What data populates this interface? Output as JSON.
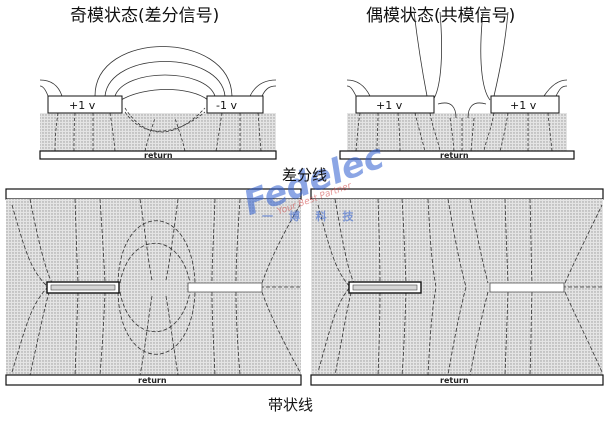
{
  "titles": {
    "odd_mode": "奇模状态(差分信号)",
    "even_mode": "偶模状态(共模信号)",
    "microstrip": "差分线",
    "stripline": "带状线"
  },
  "conductors": {
    "odd_left": "+1 v",
    "odd_right": "-1 v",
    "even_left": "+1 v",
    "even_right": "+1 v"
  },
  "return_label": "return",
  "watermark": {
    "logo": "Fedelec",
    "tagline": "Your Best Partner",
    "chars": "一 博 科 技"
  },
  "colors": {
    "background": "#ffffff",
    "dielectric": "#d6d6d6",
    "line": "#111111",
    "watermark": "#2f5fd0"
  }
}
